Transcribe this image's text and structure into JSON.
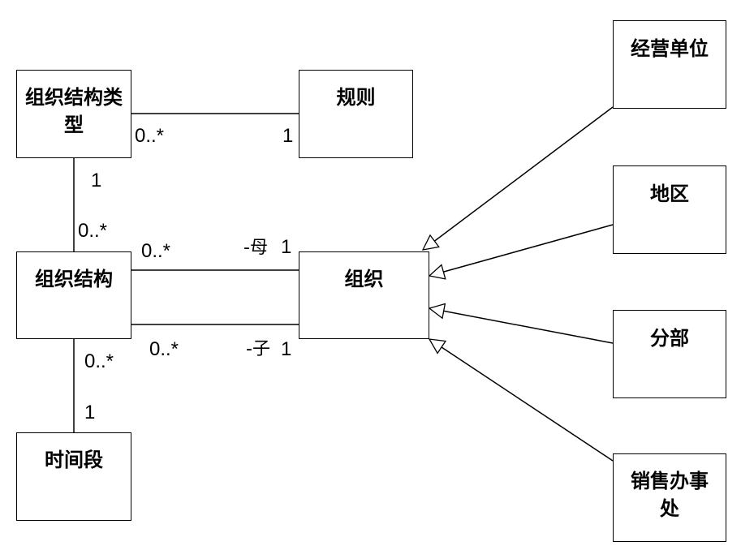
{
  "classes": {
    "org_structure_type": "组织结构类型",
    "rule": "规则",
    "org_structure": "组织结构",
    "organization": "组织",
    "time_period": "时间段",
    "business_unit": "经营单位",
    "region": "地区",
    "branch": "分部",
    "sales_office": "销售办事处"
  },
  "multiplicities": {
    "type_rule_near_type": "0..*",
    "type_rule_near_rule": "1",
    "type_structure_near_type": "1",
    "type_structure_near_structure": "0..*",
    "parent_near_structure": "0..*",
    "parent_near_org": "1",
    "child_near_structure": "0..*",
    "child_near_org": "1",
    "structure_period_near_structure": "0..*",
    "structure_period_near_period": "1"
  },
  "roles": {
    "parent": "-母",
    "child": "-子"
  }
}
